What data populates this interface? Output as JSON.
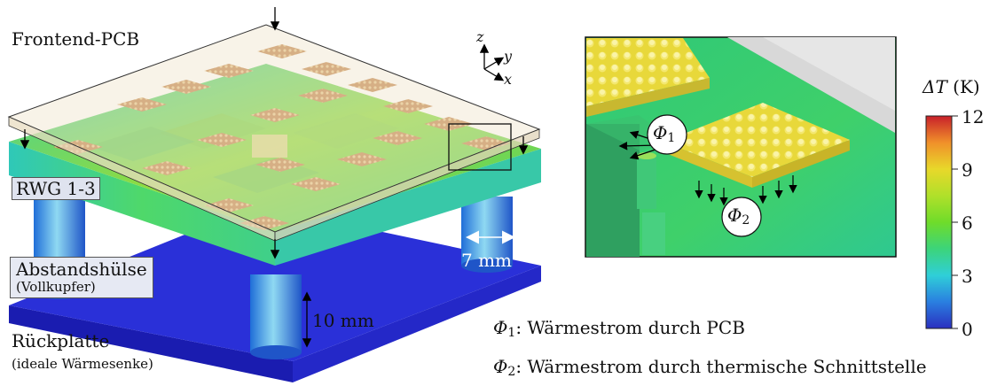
{
  "labels": {
    "frontend_pcb": "Frontend-PCB",
    "rwg": "RWG 1-3",
    "spacer": "Abstandshülse",
    "spacer_sub": "(Vollkupfer)",
    "backplate": "Rückplatte",
    "backplate_sub": "(ideale Wärmesenke)",
    "dim_7": "7 mm",
    "dim_10": "10 mm",
    "axis_z": "z",
    "axis_y": "y",
    "axis_x": "x"
  },
  "inset": {
    "phi1_symbol": "Φ",
    "phi1_index": "1",
    "phi2_symbol": "Φ",
    "phi2_index": "2"
  },
  "colorbar": {
    "title_symbol": "ΔT",
    "title_unit": "(K)",
    "ticks": [
      "12",
      "9",
      "6",
      "3",
      "0"
    ],
    "min": 0,
    "max": 12,
    "colormap": [
      "#2a2fbf",
      "#2a7fe0",
      "#2fcfd8",
      "#3cd47a",
      "#6fdc2a",
      "#d7e12a",
      "#f0a020",
      "#e04a2a",
      "#c8202a"
    ]
  },
  "legend": {
    "phi1_symbol": "Φ",
    "phi1_index": "1",
    "phi1_text": ": Wärmestrom durch PCB",
    "phi2_symbol": "Φ",
    "phi2_index": "2",
    "phi2_text": ": Wärmestrom durch thermische Schnittstelle"
  },
  "colors": {
    "backplate": "#1a1fbf",
    "spacer": "#2aa3d8",
    "waveguide": "#2fd3a0",
    "pcb": "#efe3c8",
    "chip": "#c07a4a",
    "chip_hot": "#e0d43a"
  }
}
